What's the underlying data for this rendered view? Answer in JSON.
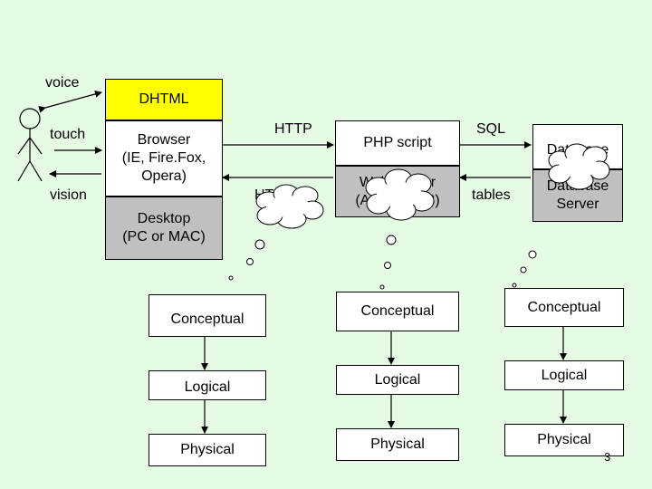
{
  "left": {
    "voice": "voice",
    "touch": "touch",
    "vision": "vision"
  },
  "client": {
    "dhtml": "DHTML",
    "browser_line1": "Browser",
    "browser_line2": "(IE, Fire.Fox,",
    "browser_line3": "Opera)",
    "desktop_line1": "Desktop",
    "desktop_line2": "(PC or MAC)"
  },
  "protocol": {
    "http_top": "HTTP",
    "http_bottom": "HTML",
    "sql": "SQL",
    "tables": "tables"
  },
  "server": {
    "php": "PHP script",
    "web_line1": "Web Server",
    "web_line2": "(Apache, IIS)"
  },
  "database": {
    "top": "Database",
    "server_line1": "Database",
    "server_line2": "Server"
  },
  "layers": {
    "conceptual": "Conceptual",
    "logical": "Logical",
    "physical": "Physical"
  },
  "page_number": "3"
}
